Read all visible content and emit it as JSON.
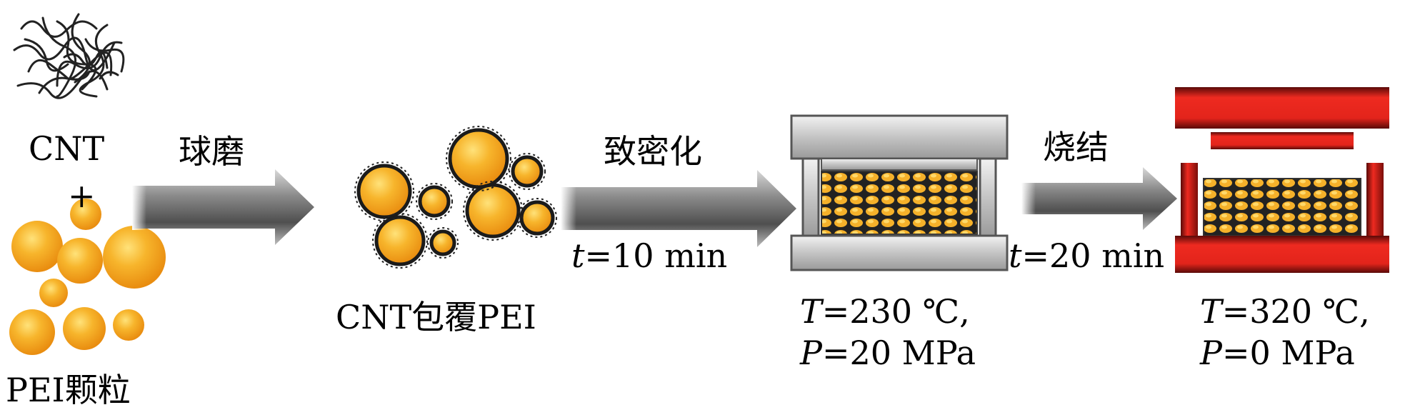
{
  "labels": {
    "cnt": "CNT",
    "plus": "+",
    "pei_particles": "PEI颗粒",
    "step1_label": "球磨",
    "coated": "CNT包覆PEI",
    "step2_label": "致密化",
    "step2_time_var": "t",
    "step2_time_val": "=10 min",
    "press1_temp_var": "T",
    "press1_temp_val": "=230 ℃,",
    "press1_pres_var": "P",
    "press1_pres_val": "=20 MPa",
    "step3_label": "烧结",
    "step3_time_var": "t",
    "step3_time_val": "=20 min",
    "press2_temp_var": "T",
    "press2_temp_val": "=320 ℃,",
    "press2_pres_var": "P",
    "press2_pres_val": "=0 MPa"
  },
  "colors": {
    "particle_orange": "#f4a622",
    "particle_highlight": "#ffd95a",
    "arrow_dark": "#5e5e5e",
    "arrow_light": "#d8d8d8",
    "press_gray": "#cfcfcf",
    "press_red": "#e8241c",
    "press_dark": "#2a2a2a"
  }
}
